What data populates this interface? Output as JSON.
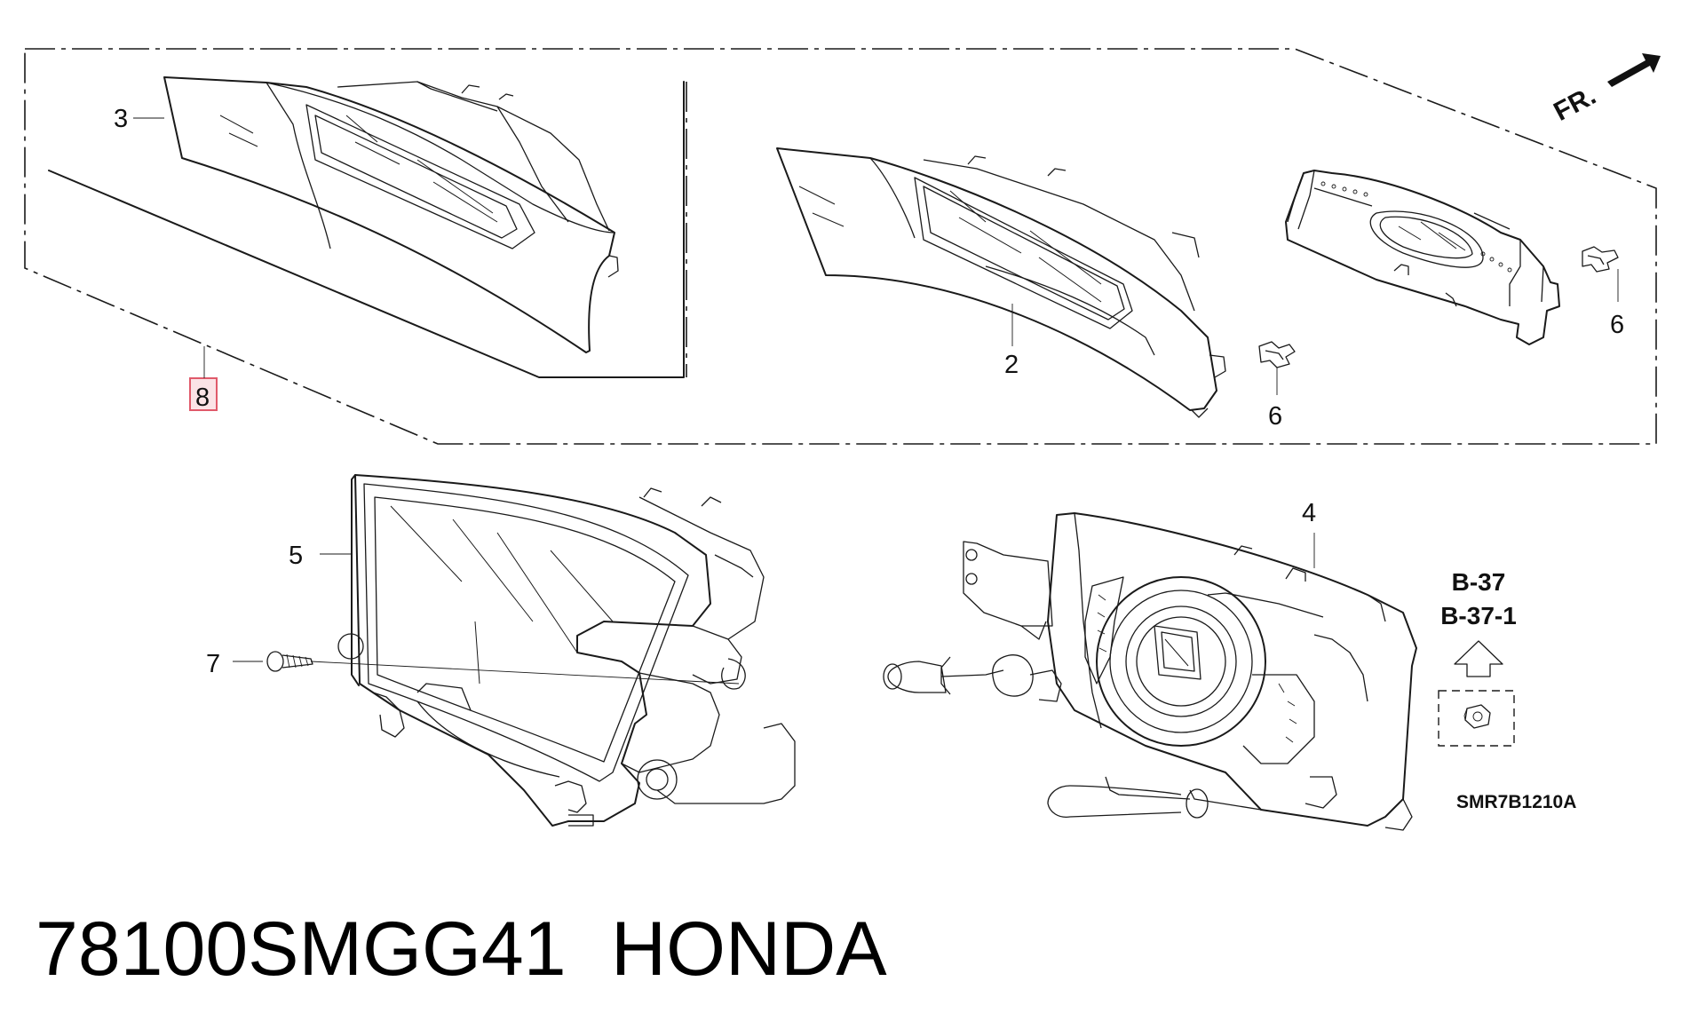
{
  "callouts": {
    "c1": "3",
    "c2": "2",
    "c3": "6",
    "c4": "6",
    "c5": "8",
    "c6": "5",
    "c7": "7",
    "c8": "4"
  },
  "ref_codes": {
    "primary": "B-37",
    "secondary": "B-37-1"
  },
  "direction_label": "FR.",
  "diagram_code": "SMR7B1210A",
  "caption": {
    "part_number": "78100SMGG41",
    "brand": "HONDA"
  },
  "colors": {
    "line": "#1a1a1a",
    "highlight": "#e05a6a",
    "highlight_fill": "#fbe3e6"
  }
}
